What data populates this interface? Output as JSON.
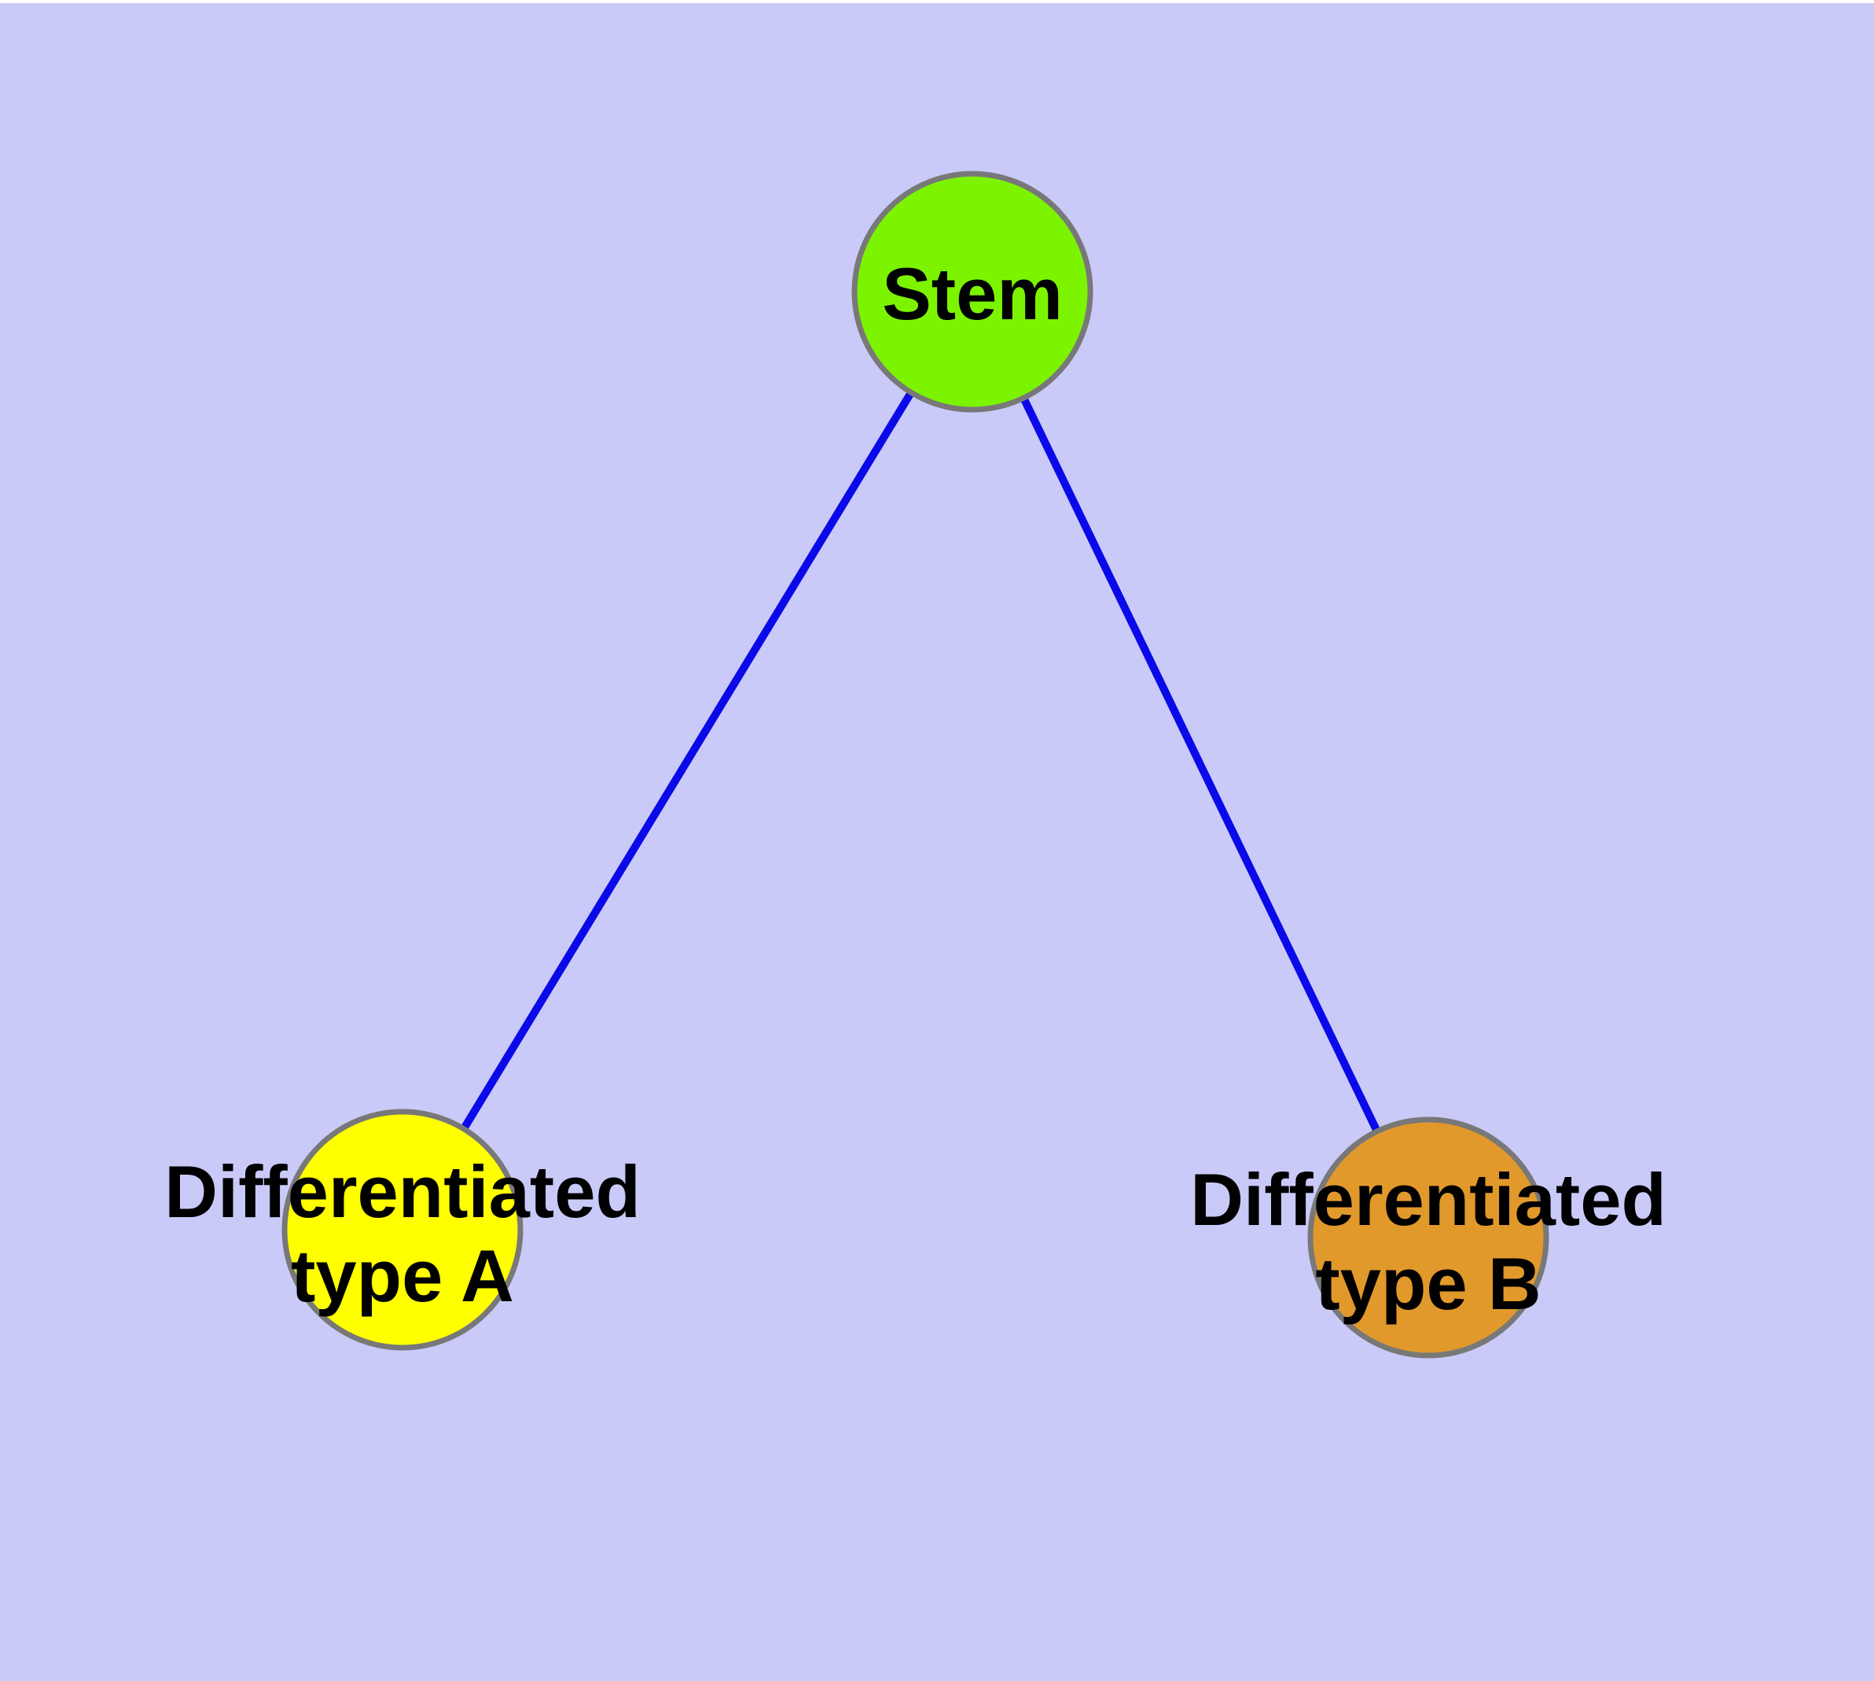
{
  "diagram": {
    "type": "node-link-graph",
    "colors": {
      "background": "#cacaf9",
      "top_border": "#ffffff",
      "edge": "#0a0ae8",
      "node_stroke": "#787878",
      "label": "#000000",
      "stem_fill": "#7cf400",
      "type_a_fill": "#ffff00",
      "type_b_fill": "#e2992b"
    },
    "nodes": [
      {
        "id": "stem",
        "label": "Stem",
        "fill": "#7cf400"
      },
      {
        "id": "differentiated-type-a",
        "label_line1": "Differentiated",
        "label_line2": "type A",
        "fill": "#ffff00"
      },
      {
        "id": "differentiated-type-b",
        "label_line1": "Differentiated",
        "label_line2": "type B",
        "fill": "#e2992b"
      }
    ],
    "edges": [
      {
        "from": "stem",
        "to": "differentiated-type-a"
      },
      {
        "from": "stem",
        "to": "differentiated-type-b"
      }
    ]
  }
}
